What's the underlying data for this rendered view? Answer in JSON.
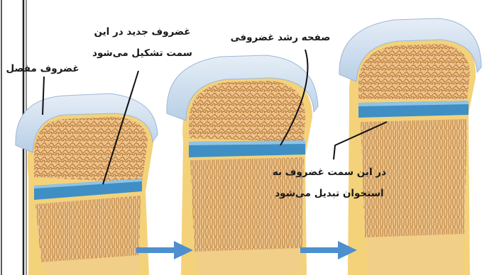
{
  "labels": {
    "articular_cartilage": "غضروف مفصل",
    "new_cartilage_line1": "غضروف جدید در این",
    "new_cartilage_line2": "سمت تشکیل می‌شود",
    "growth_plate": "صفحه رشد غضروفی",
    "ossification_line1": "در این سمت غضروف به",
    "ossification_line2": "استخوان تبدیل می‌شود"
  },
  "colors": {
    "cartilage_cap": "#c9dced",
    "growth_plate_blue": "#3f8fc4",
    "bone_orange": "#f2bc82",
    "spongy_bone": "#c68a3c",
    "shaft_yellow": "#f4d27a",
    "arrow_blue": "#4d8fcf"
  },
  "stages": 3,
  "arrow_icons": [
    "arrow-right-icon",
    "arrow-right-icon"
  ]
}
